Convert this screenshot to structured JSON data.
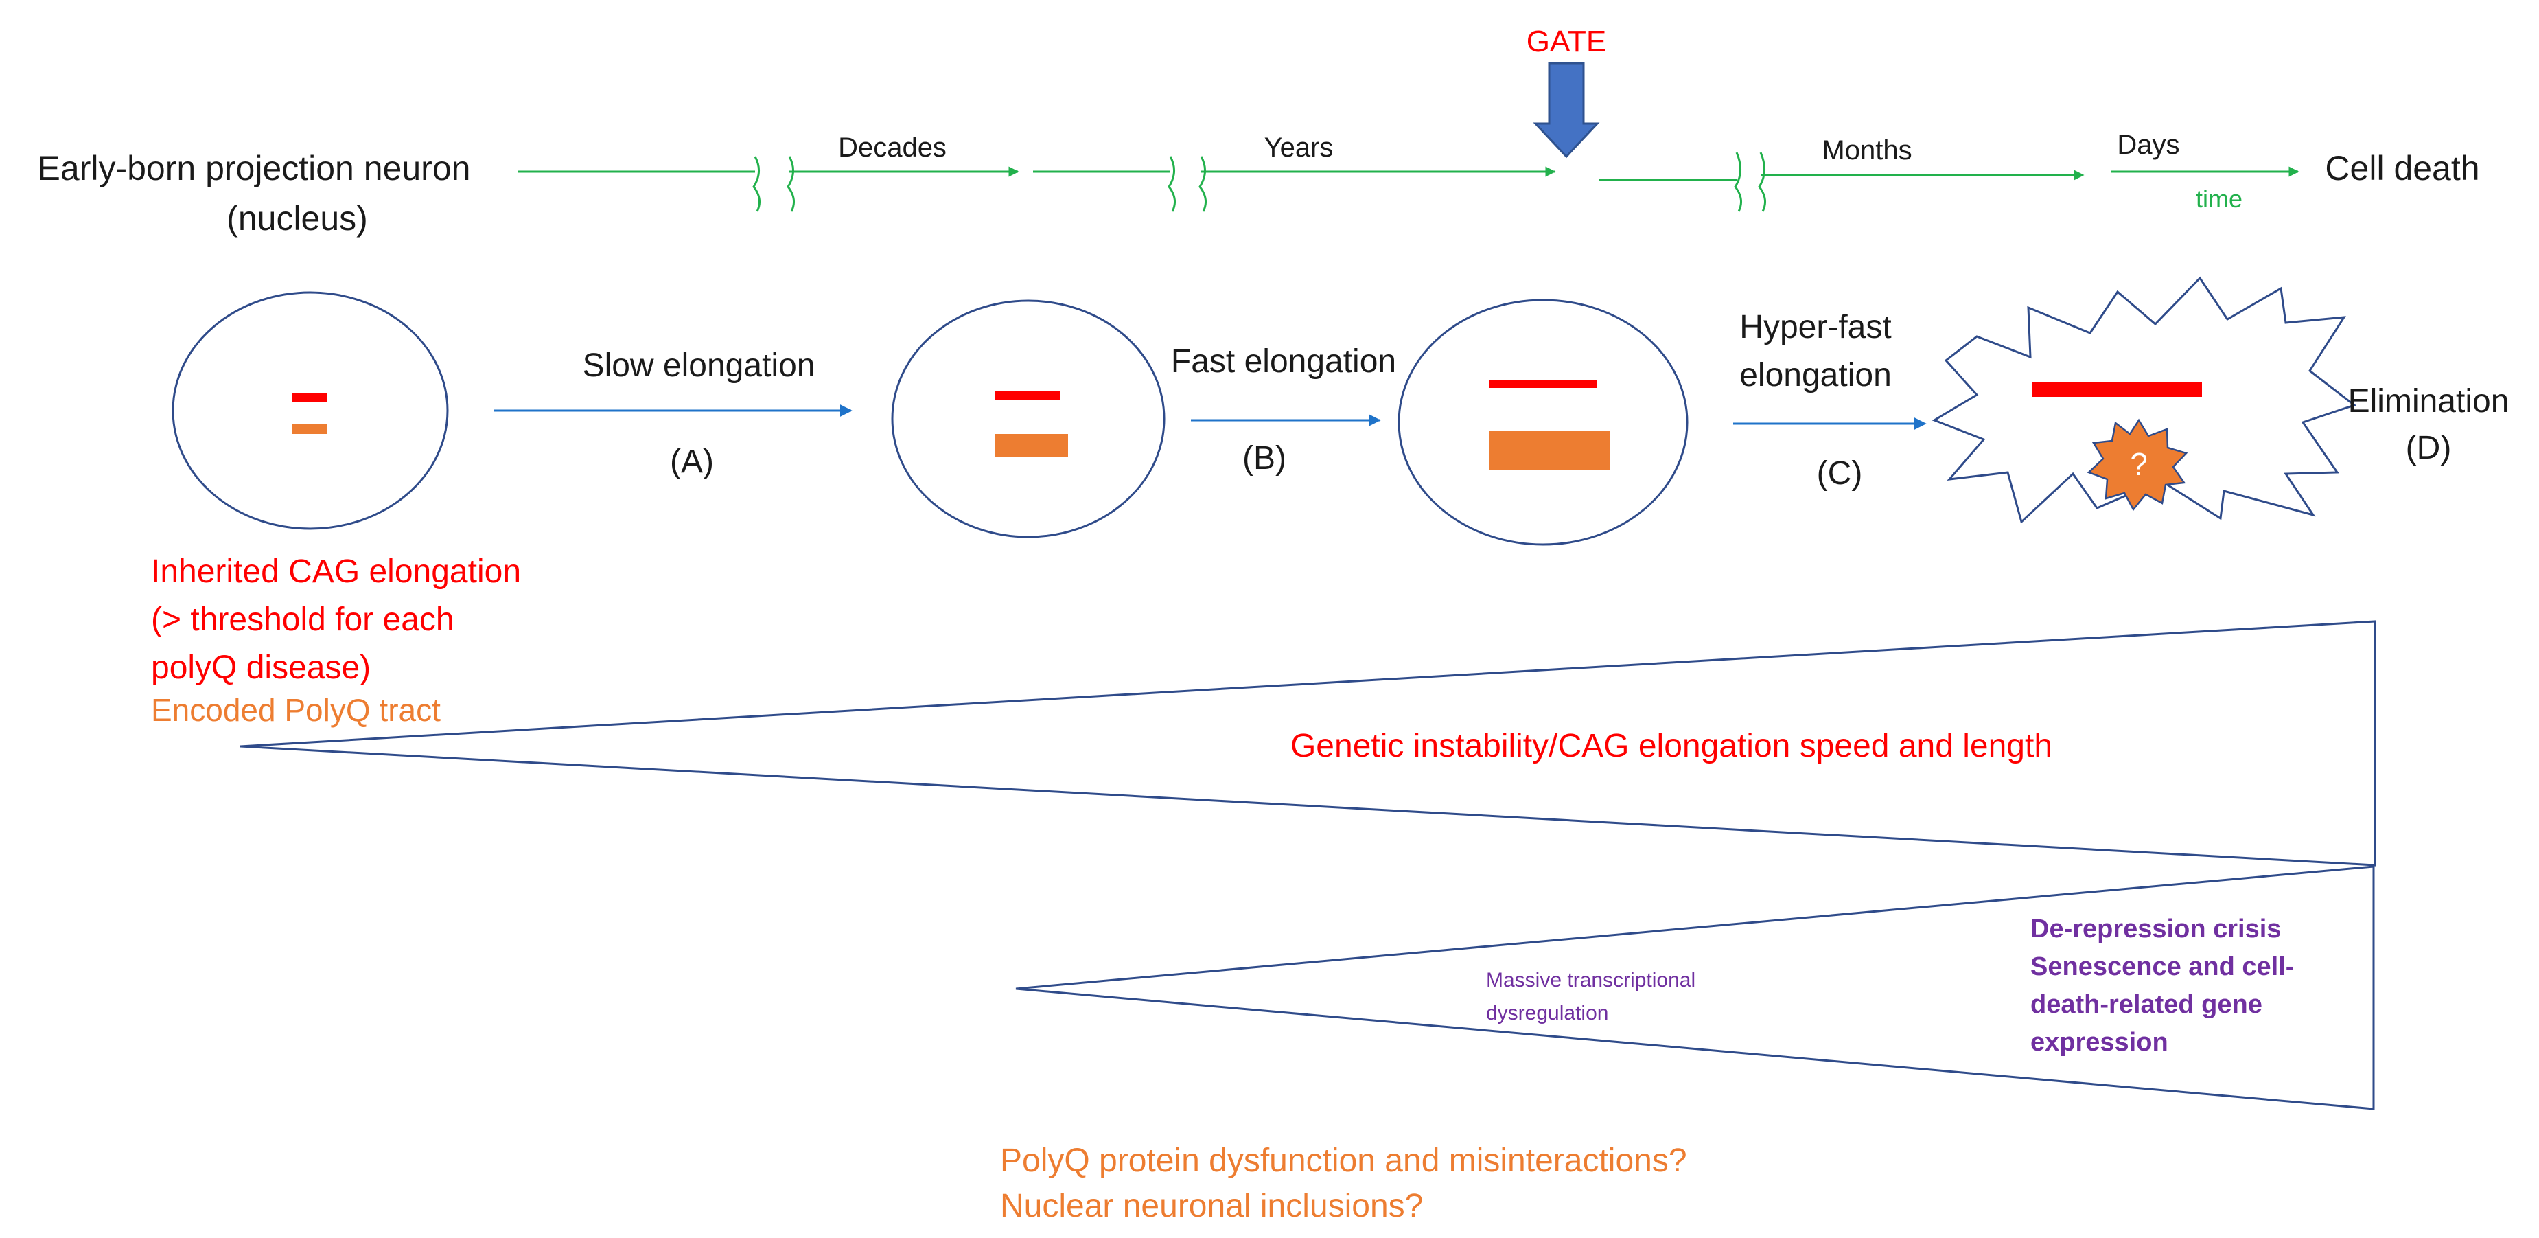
{
  "colors": {
    "timeline": "#22b14c",
    "arrow_blue": "#1f73c9",
    "gate_arrow": "#4472c4",
    "outline": "#2f4b8a",
    "red": "#ff0000",
    "orange": "#ed7d31",
    "purple": "#7030a0",
    "text": "#1a1a1a"
  },
  "timeline": {
    "gate_label": "GATE",
    "start_label": "Early-born projection neuron",
    "start_sublabel": "(nucleus)",
    "segments": [
      "Decades",
      "Years",
      "Months",
      "Days"
    ],
    "time_label": "time",
    "end_label": "Cell death"
  },
  "stages": {
    "a_label": "Slow elongation",
    "a_letter": "(A)",
    "b_label": "Fast elongation",
    "b_letter": "(B)",
    "c_label_line1": "Hyper-fast",
    "c_label_line2": "elongation",
    "c_letter": "(C)",
    "d_label": "Elimination",
    "d_letter": "(D)",
    "question_mark": "?"
  },
  "inherited": {
    "line1": "Inherited CAG elongation",
    "line2": "(> threshold for each",
    "line3": "polyQ disease)",
    "encoded": "Encoded PolyQ tract"
  },
  "wedges": {
    "genetic": "Genetic instability/CAG elongation speed and length",
    "massive_line1": "Massive transcriptional",
    "massive_line2": "dysregulation",
    "crisis_line1": "De-repression crisis",
    "crisis_line2": "Senescence and cell-",
    "crisis_line3": "death-related gene",
    "crisis_line4": "expression"
  },
  "bottom": {
    "line1": "PolyQ protein dysfunction and misinteractions?",
    "line2": "Nuclear neuronal inclusions?"
  }
}
